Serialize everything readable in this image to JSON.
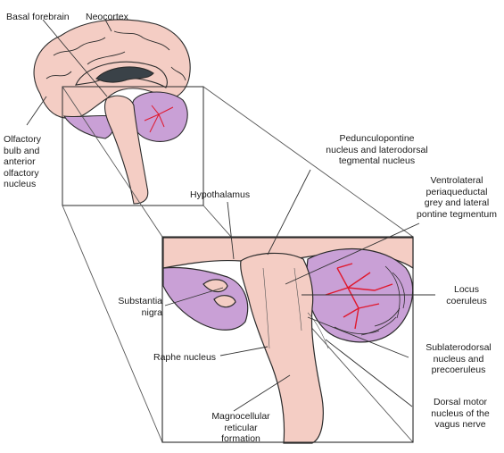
{
  "labels": {
    "basal_forebrain": "Basal forebrain",
    "neocortex": "Neocortex",
    "olfactory": "Olfactory\nbulb and\nanterior\nolfactory\nnucleus",
    "pedunculopontine": "Pedunculopontine\nnucleus and laterodorsal\ntegmental nucleus",
    "ventrolateral": "Ventrolateral\nperiaqueductal\ngrey and lateral\npontine tegmentum",
    "hypothalamus": "Hypothalamus",
    "substantia_nigra": "Substantia\nnigra",
    "locus_coeruleus": "Locus\ncoeruleus",
    "raphe_nucleus": "Raphe nucleus",
    "sublaterodorsal": "Sublaterodorsal\nnucleus and\nprecoeruleus",
    "dorsal_motor": "Dorsal motor\nnucleus of the\nvagus nerve",
    "magnocellular": "Magnocellular\nreticular\nformation"
  },
  "colors": {
    "tissue": "#f4cdc4",
    "tissue_outline": "#2b2b2b",
    "cerebellum": "#c9a0d6",
    "cerebellum_vessels": "#e0182d",
    "ventricle": "#3a4248",
    "leader_line": "#333333"
  }
}
